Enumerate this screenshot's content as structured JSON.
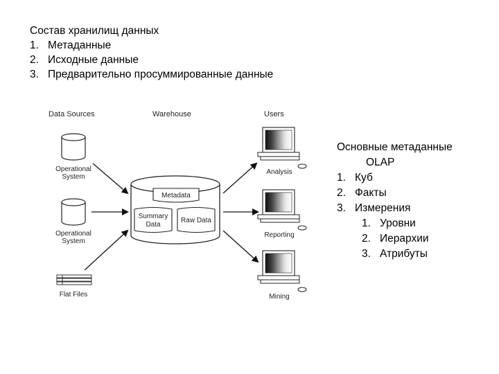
{
  "intro": {
    "title": "Состав хранилищ данных",
    "items": [
      {
        "num": "1.",
        "text": "Метаданные"
      },
      {
        "num": "2.",
        "text": "Исходные данные"
      },
      {
        "num": "3.",
        "text": "Предварительно просуммированные данные"
      }
    ]
  },
  "diagram": {
    "headers": {
      "sources": "Data Sources",
      "warehouse": "Warehouse",
      "users": "Users"
    },
    "sources": {
      "op1": [
        "Operational",
        "System"
      ],
      "op2": [
        "Operational",
        "System"
      ],
      "flat": "Flat Files"
    },
    "warehouse": {
      "metadata": "Metadata",
      "summary": [
        "Summary",
        "Data"
      ],
      "raw": "Raw Data"
    },
    "users": {
      "analysis": "Analysis",
      "reporting": "Reporting",
      "mining": "Mining"
    }
  },
  "olap": {
    "title_line1": "Основные метаданные",
    "title_line2": "OLAP",
    "items": [
      {
        "num": "1.",
        "text": "Куб"
      },
      {
        "num": "2.",
        "text": "Факты"
      },
      {
        "num": "3.",
        "text": "Измерения"
      }
    ],
    "subitems": [
      {
        "num": "1.",
        "text": "Уровни"
      },
      {
        "num": "2.",
        "text": "Иерархии"
      },
      {
        "num": "3.",
        "text": "Атрибуты"
      }
    ]
  }
}
